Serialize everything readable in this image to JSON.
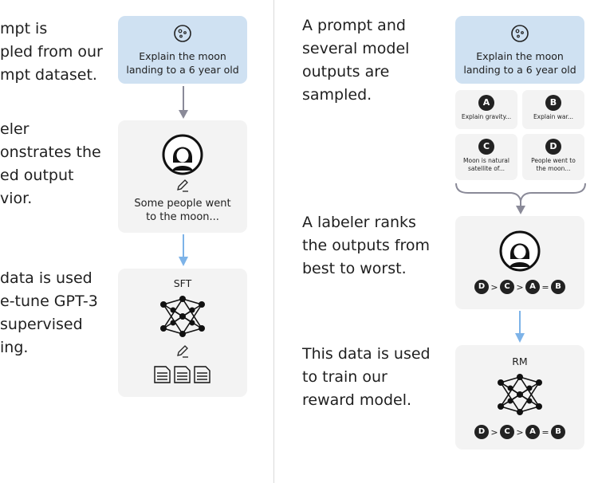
{
  "left": {
    "step1_text": "mpt is\npled from our\nmpt dataset.",
    "step2_text": "eler\nonstrates the\ned output\nvior.",
    "step3_text": "data is used\ne-tune GPT-3\nsupervised\ning.",
    "prompt_box": "Explain the moon\nlanding to a 6 year old",
    "demo_output": "Some people went\nto the moon...",
    "sft_label": "SFT"
  },
  "right": {
    "step1_text": "A prompt and\nseveral model\noutputs are\nsampled.",
    "step2_text": "A labeler ranks\nthe outputs from\nbest to worst.",
    "step3_text": "This data is used\nto train our\nreward model.",
    "prompt_box": "Explain the moon\nlanding to a 6 year old",
    "outputs": [
      {
        "letter": "A",
        "text": "Explain gravity..."
      },
      {
        "letter": "B",
        "text": "Explain war..."
      },
      {
        "letter": "C",
        "text": "Moon is natural\nsatellite of..."
      },
      {
        "letter": "D",
        "text": "People went to\nthe moon..."
      }
    ],
    "ranking": [
      {
        "type": "badge",
        "value": "D"
      },
      {
        "type": "op",
        "value": ">"
      },
      {
        "type": "badge",
        "value": "C"
      },
      {
        "type": "op",
        "value": ">"
      },
      {
        "type": "badge",
        "value": "A"
      },
      {
        "type": "op",
        "value": "="
      },
      {
        "type": "badge",
        "value": "B"
      }
    ],
    "rm_label": "RM"
  },
  "colors": {
    "prompt_bg": "#cfe1f2",
    "box_bg": "#f3f3f3",
    "arrow_gray": "#8a8a98",
    "arrow_blue": "#7db3e8",
    "badge": "#222222"
  }
}
